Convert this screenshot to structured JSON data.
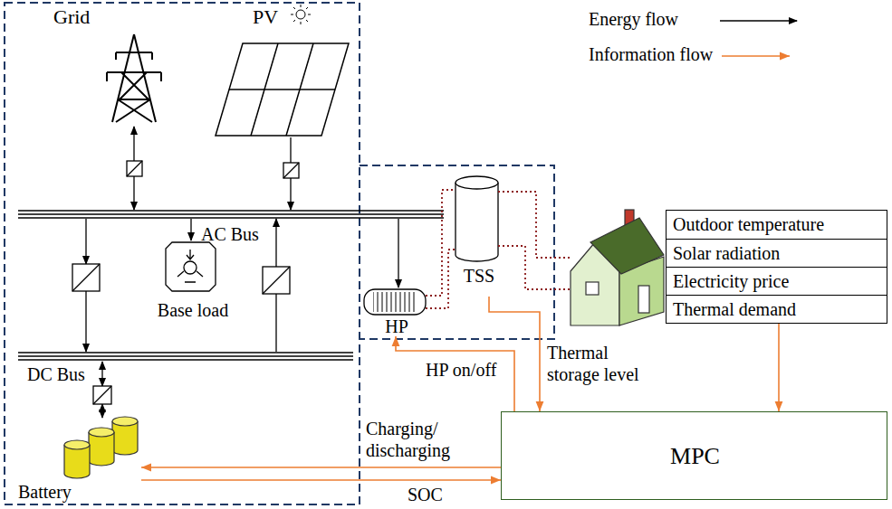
{
  "diagram": {
    "nodes": [
      {
        "text": [
          "Grid"
        ]
      },
      {
        "text": [
          "PV"
        ]
      },
      {
        "text": [
          "Base load"
        ]
      },
      {
        "text": [
          "HP"
        ]
      },
      {
        "text": [
          "TSS"
        ]
      },
      {
        "text": [
          "Outdoor temperature",
          "Solar radiation",
          "Electricity price",
          "Thermal demand"
        ]
      },
      {
        "text": [
          "Battery"
        ]
      },
      {
        "text": [
          "MPC"
        ]
      }
    ],
    "edges": [
      {
        "from": 5,
        "to": 7,
        "arrow": "to"
      },
      {
        "from": 7,
        "to": 3,
        "label": "HP on/off",
        "arrow": "to"
      },
      {
        "from": 4,
        "to": 7,
        "label": "Thermal storage level",
        "arrow": "to"
      },
      {
        "from": 7,
        "to": 6,
        "label": "Charging/ discharging",
        "arrow": "to"
      },
      {
        "from": 6,
        "to": 7,
        "label": "SOC",
        "arrow": "to"
      }
    ],
    "labels": [
      "AC Bus",
      "DC Bus"
    ],
    "legend": [
      {
        "text": "Energy flow"
      },
      {
        "text": "Information flow"
      }
    ]
  }
}
